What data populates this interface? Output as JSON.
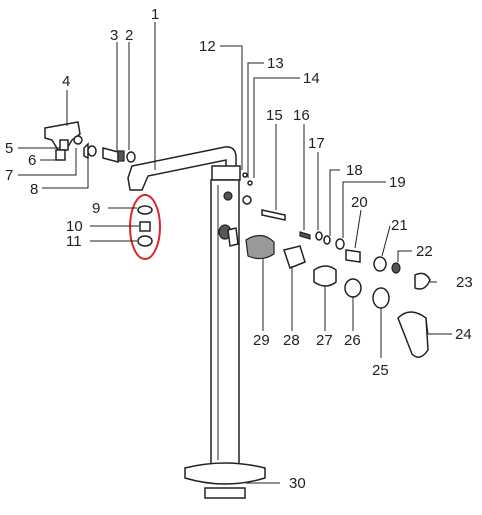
{
  "diagram": {
    "part_numbers": [
      "1",
      "2",
      "3",
      "4",
      "5",
      "6",
      "7",
      "8",
      "9",
      "10",
      "11",
      "12",
      "13",
      "14",
      "15",
      "16",
      "17",
      "18",
      "19",
      "20",
      "21",
      "22",
      "23",
      "24",
      "25",
      "26",
      "27",
      "28",
      "29",
      "30"
    ],
    "highlight_color": "#d9262b",
    "line_color": "#222222"
  }
}
